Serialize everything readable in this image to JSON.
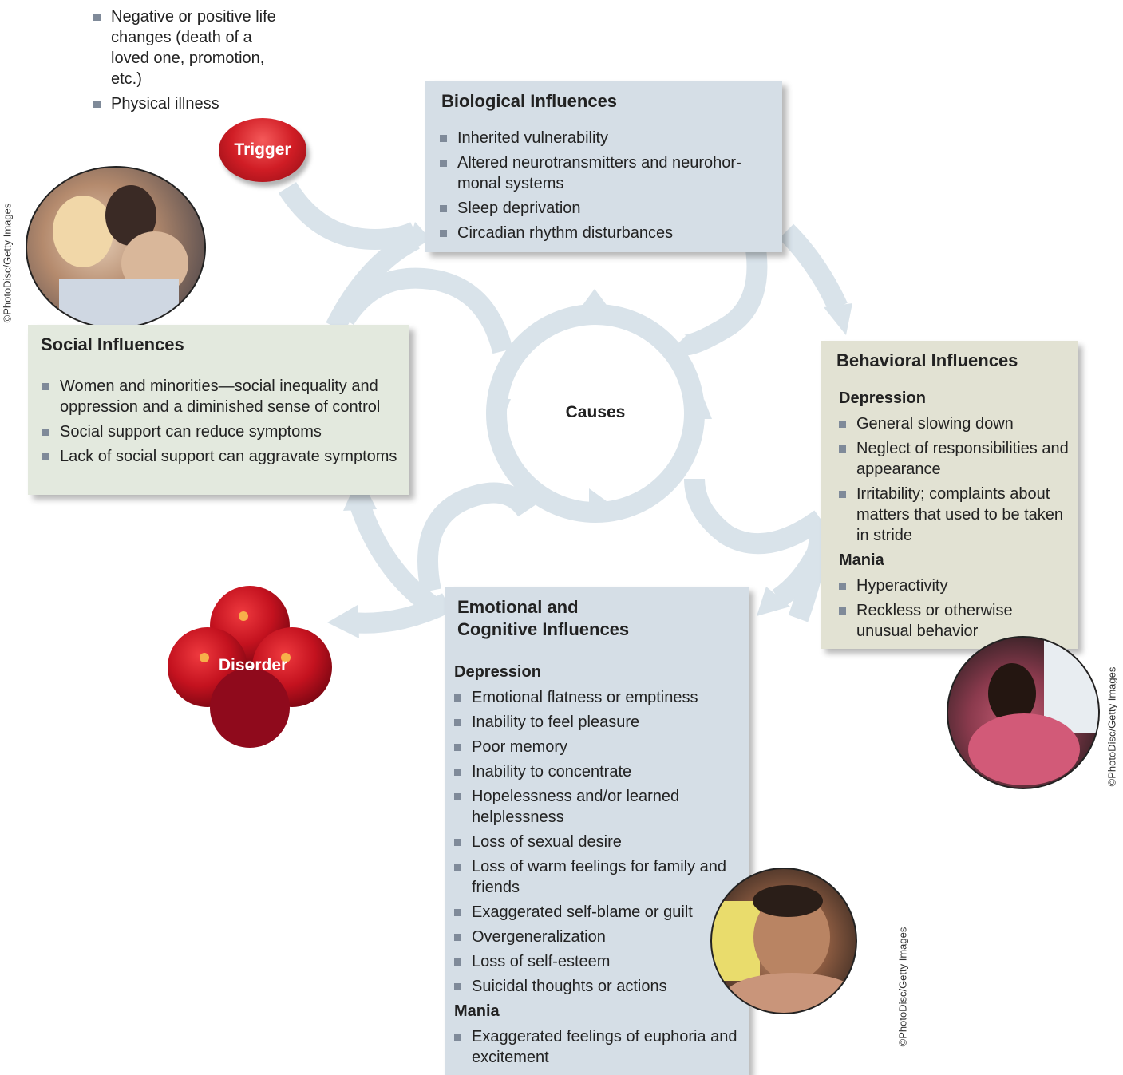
{
  "trigger": {
    "label": "Trigger",
    "items": [
      "Negative or positive life changes (death of a loved one, promotion, etc.)",
      "Physical illness"
    ]
  },
  "biological": {
    "title": "Biological Influences",
    "items": [
      "Inherited vulnerability",
      "Altered neurotransmitters and neurohor-monal systems",
      "Sleep deprivation",
      "Circadian rhythm disturbances"
    ]
  },
  "social": {
    "title": "Social Influences",
    "items": [
      "Women and minorities—social inequality and oppression and a diminished sense of control",
      "Social support can reduce symptoms",
      "Lack of social support can aggravate symptoms"
    ]
  },
  "behavioral": {
    "title": "Behavioral Influences",
    "depression_heading": "Depression",
    "depression_items": [
      "General slowing down",
      "Neglect of responsibilities and appearance",
      "Irritability; complaints about matters that used to be taken in stride"
    ],
    "mania_heading": "Mania",
    "mania_items": [
      "Hyperactivity",
      "Reckless or otherwise unusual behavior"
    ]
  },
  "emotional": {
    "title_line1": "Emotional and",
    "title_line2": "Cognitive Influences",
    "depression_heading": "Depression",
    "depression_items": [
      "Emotional flatness or emptiness",
      "Inability to feel pleasure",
      "Poor memory",
      "Inability to concentrate",
      "Hopelessness and/or learned helplessness",
      "Loss of sexual desire",
      "Loss of warm feelings for family and friends",
      "Exaggerated self-blame or guilt",
      "Overgeneralization",
      "Loss of self-esteem",
      "Suicidal thoughts or actions"
    ],
    "mania_heading": "Mania",
    "mania_items": [
      "Exaggerated feelings of euphoria and excitement"
    ]
  },
  "center": {
    "label": "Causes"
  },
  "disorder": {
    "label": "Disorder"
  },
  "credits": {
    "social_photo": "©PhotoDisc/Getty Images",
    "behavioral_photo": "©PhotoDisc/Getty Images",
    "emotional_photo": "©PhotoDisc/Getty Images"
  },
  "colors": {
    "arrow": "#d9e3ea",
    "biological_box": "#d5dee6",
    "social_box": "#e3e9de",
    "behavioral_box": "#e2e2d3",
    "emotional_box": "#d5dee6",
    "trigger_red": "#d01d25",
    "bullet": "#7f8a99"
  }
}
